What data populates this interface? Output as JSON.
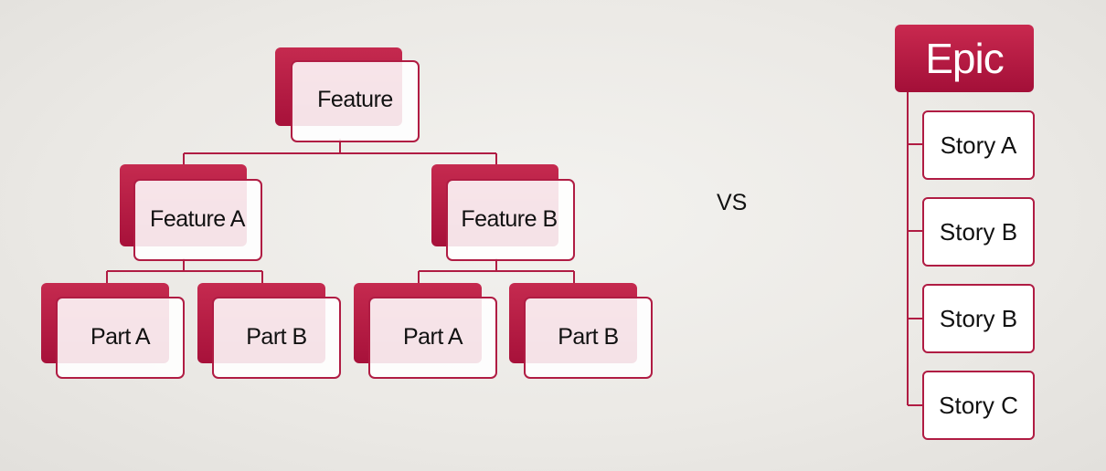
{
  "feature_tree": {
    "root": {
      "label": "Feature"
    },
    "children": [
      {
        "label": "Feature A",
        "parts": [
          {
            "label": "Part A"
          },
          {
            "label": "Part B"
          }
        ]
      },
      {
        "label": "Feature B",
        "parts": [
          {
            "label": "Part A"
          },
          {
            "label": "Part B"
          }
        ]
      }
    ]
  },
  "separator": "VS",
  "epic": {
    "label": "Epic",
    "stories": [
      {
        "label": "Story A"
      },
      {
        "label": "Story B"
      },
      {
        "label": "Story B"
      },
      {
        "label": "Story C"
      }
    ]
  },
  "colors": {
    "accent": "#b01c43",
    "accent_dark": "#a30f38",
    "background": "#ebe9e5"
  }
}
